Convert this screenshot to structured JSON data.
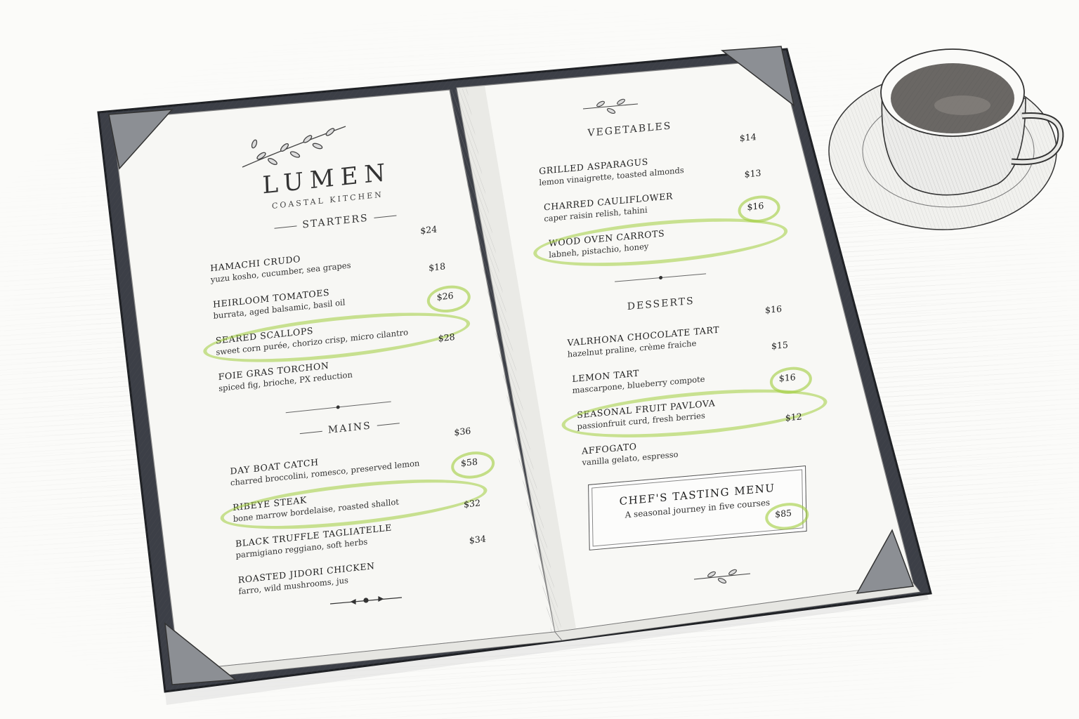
{
  "brand": {
    "name": "LUMEN",
    "subtitle": "COASTAL KITCHEN"
  },
  "accent_colors": {
    "highlight": "#a8d04a",
    "ink": "#2b2b2b",
    "cover": "#3a3d44"
  },
  "left_page": {
    "sections": [
      {
        "title": "STARTERS",
        "items": [
          {
            "name": "HAMACHI CRUDO",
            "desc": "yuzu kosho, cucumber, sea grapes",
            "price": "$24",
            "highlighted": false
          },
          {
            "name": "HEIRLOOM TOMATOES",
            "desc": "burrata, aged balsamic, basil oil",
            "price": "$18",
            "highlighted": false
          },
          {
            "name": "SEARED SCALLOPS",
            "desc": "sweet corn purée, chorizo crisp, micro cilantro",
            "price": "$26",
            "highlighted": true
          },
          {
            "name": "FOIE GRAS TORCHON",
            "desc": "spiced fig, brioche, PX reduction",
            "price": "$28",
            "highlighted": false
          }
        ]
      },
      {
        "title": "MAINS",
        "items": [
          {
            "name": "DAY BOAT CATCH",
            "desc": "charred broccolini, romesco, preserved lemon",
            "price": "$36",
            "highlighted": false
          },
          {
            "name": "RIBEYE STEAK",
            "desc": "bone marrow bordelaise, roasted shallot",
            "price": "$58",
            "highlighted": true
          },
          {
            "name": "BLACK TRUFFLE TAGLIATELLE",
            "desc": "parmigiano reggiano, soft herbs",
            "price": "$32",
            "highlighted": false
          },
          {
            "name": "ROASTED JIDORI CHICKEN",
            "desc": "farro, wild mushrooms, jus",
            "price": "$34",
            "highlighted": false
          }
        ]
      }
    ]
  },
  "right_page": {
    "sections": [
      {
        "title": "VEGETABLES",
        "items": [
          {
            "name": "GRILLED ASPARAGUS",
            "desc": "lemon vinaigrette, toasted almonds",
            "price": "$14",
            "highlighted": false
          },
          {
            "name": "CHARRED CAULIFLOWER",
            "desc": "caper raisin relish, tahini",
            "price": "$13",
            "highlighted": false
          },
          {
            "name": "WOOD OVEN CARROTS",
            "desc": "labneh, pistachio, honey",
            "price": "$16",
            "highlighted": true
          }
        ]
      },
      {
        "title": "DESSERTS",
        "items": [
          {
            "name": "VALRHONA CHOCOLATE TART",
            "desc": "hazelnut praline, crème fraiche",
            "price": "$16",
            "highlighted": false
          },
          {
            "name": "LEMON TART",
            "desc": "mascarpone, blueberry compote",
            "price": "$15",
            "highlighted": false
          },
          {
            "name": "SEASONAL FRUIT PAVLOVA",
            "desc": "passionfruit curd, fresh berries",
            "price": "$16",
            "highlighted": true
          },
          {
            "name": "AFFOGATO",
            "desc": "vanilla gelato, espresso",
            "price": "$12",
            "highlighted": false
          }
        ]
      }
    ],
    "tasting_menu": {
      "title": "CHEF'S TASTING MENU",
      "desc": "A seasonal journey in five courses",
      "price": "$85",
      "highlighted": true
    }
  },
  "icons": {
    "branch": "olive-branch-icon",
    "coffee": "coffee-cup-icon",
    "fleuron": "fleuron-divider-icon"
  }
}
